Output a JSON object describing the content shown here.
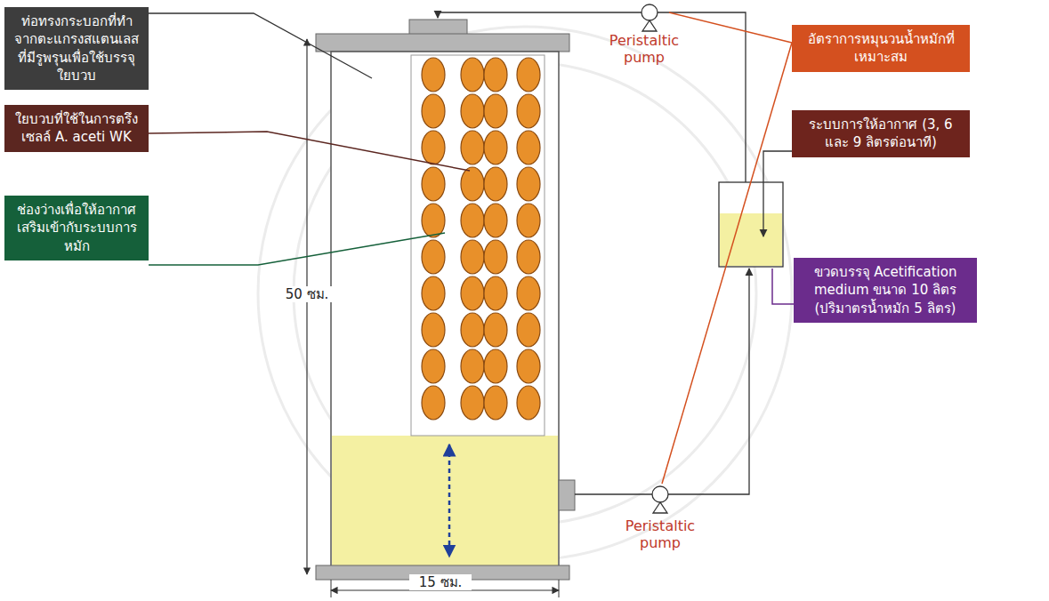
{
  "diagram": {
    "nodes": [
      {
        "text": [
          "ท่อทรงกระบอกที่ทำจากตะแกรงสแตนเลสที่มีรูพรุนเพื่อใช้บรรจุใยบวบ"
        ]
      },
      {
        "text": [
          "ใยบวบที่ใช้ในการตรึงเซลล์ A. aceti WK"
        ]
      },
      {
        "text": [
          "ช่องว่างเพื่อให้อากาศเสริมเข้ากับระบบการหมัก"
        ]
      },
      {
        "text": [
          "อัตราการหมุนวนน้ำหมักที่เหมาะสม"
        ]
      },
      {
        "text": [
          "ระบบการให้อากาศ (3, 6 และ 9 ลิตรต่อนาที)"
        ]
      },
      {
        "text": [
          "ขวดบรรจุ Acetification medium ขนาด 10 ลิตร (ปริมาตรน้ำหมัก 5 ลิตร)"
        ]
      }
    ],
    "labels": [
      "Peristaltic pump",
      "Peristaltic pump",
      "50 ซม.",
      "15 ซม."
    ]
  }
}
